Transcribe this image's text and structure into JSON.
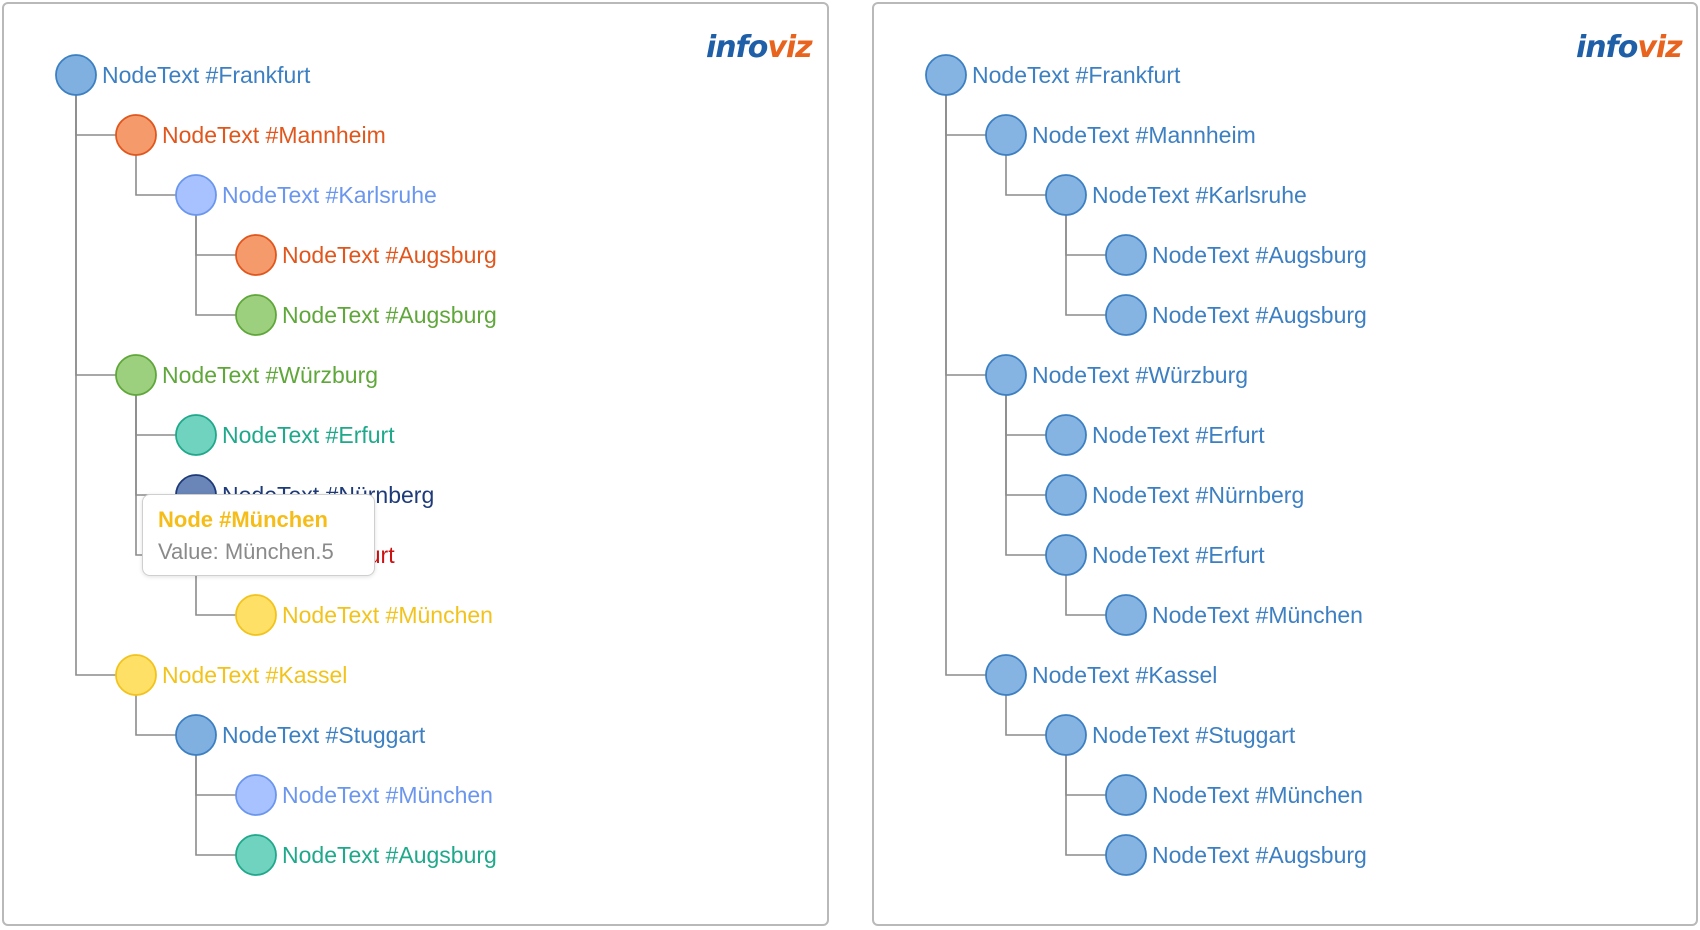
{
  "logo": {
    "part1": "info",
    "part2": "viz"
  },
  "left_tree": {
    "nodes": [
      {
        "text": "NodeText #Frankfurt",
        "depth": 0,
        "fill": "#7fb0e0",
        "stroke": "#3c7fc2",
        "textColor": "#3c7fc2"
      },
      {
        "text": "NodeText #Mannheim",
        "depth": 1,
        "fill": "#f59a6a",
        "stroke": "#e0561c",
        "textColor": "#e0561c"
      },
      {
        "text": "NodeText #Karlsruhe",
        "depth": 2,
        "fill": "#a7c2ff",
        "stroke": "#6b96ee",
        "textColor": "#6b96ee"
      },
      {
        "text": "NodeText #Augsburg",
        "depth": 3,
        "fill": "#f59a6a",
        "stroke": "#e0561c",
        "textColor": "#e0561c"
      },
      {
        "text": "NodeText #Augsburg",
        "depth": 3,
        "fill": "#9dd07e",
        "stroke": "#5fa73a",
        "textColor": "#5fa73a"
      },
      {
        "text": "NodeText #Würzburg",
        "depth": 1,
        "fill": "#9dd07e",
        "stroke": "#5fa73a",
        "textColor": "#5fa73a"
      },
      {
        "text": "NodeText #Erfurt",
        "depth": 2,
        "fill": "#6fd3bf",
        "stroke": "#1fa88a",
        "textColor": "#1fa88a"
      },
      {
        "text": "NodeText #Nürnberg",
        "depth": 2,
        "fill": "#6a86b8",
        "stroke": "#1e3a78",
        "textColor": "#1e3a78"
      },
      {
        "text": "NodeText #Erfurt",
        "depth": 2,
        "fill": "#e06060",
        "stroke": "#cc1111",
        "textColor": "#cc1111"
      },
      {
        "text": "NodeText #München",
        "depth": 3,
        "fill": "#ffe066",
        "stroke": "#f2c31c",
        "textColor": "#f2c31c"
      },
      {
        "text": "NodeText #Kassel",
        "depth": 1,
        "fill": "#ffe066",
        "stroke": "#f2c31c",
        "textColor": "#f2c31c"
      },
      {
        "text": "NodeText #Stuggart",
        "depth": 2,
        "fill": "#7fb0e0",
        "stroke": "#3c7fc2",
        "textColor": "#3c7fc2"
      },
      {
        "text": "NodeText #München",
        "depth": 3,
        "fill": "#a7c2ff",
        "stroke": "#6b96ee",
        "textColor": "#6b96ee"
      },
      {
        "text": "NodeText #Augsburg",
        "depth": 3,
        "fill": "#6fd3bf",
        "stroke": "#1fa88a",
        "textColor": "#1fa88a"
      }
    ]
  },
  "right_tree": {
    "nodes": [
      {
        "text": "NodeText #Frankfurt",
        "depth": 0
      },
      {
        "text": "NodeText #Mannheim",
        "depth": 1
      },
      {
        "text": "NodeText #Karlsruhe",
        "depth": 2
      },
      {
        "text": "NodeText #Augsburg",
        "depth": 3
      },
      {
        "text": "NodeText #Augsburg",
        "depth": 3
      },
      {
        "text": "NodeText #Würzburg",
        "depth": 1
      },
      {
        "text": "NodeText #Erfurt",
        "depth": 2
      },
      {
        "text": "NodeText #Nürnberg",
        "depth": 2
      },
      {
        "text": "NodeText #Erfurt",
        "depth": 2
      },
      {
        "text": "NodeText #München",
        "depth": 3
      },
      {
        "text": "NodeText #Kassel",
        "depth": 1
      },
      {
        "text": "NodeText #Stuggart",
        "depth": 2
      },
      {
        "text": "NodeText #München",
        "depth": 3
      },
      {
        "text": "NodeText #Augsburg",
        "depth": 3
      }
    ],
    "fill": "#85b4e3",
    "stroke": "#3c7fc2",
    "textColor": "#3c7fc2"
  },
  "connector_color": "#8c8c8c",
  "tooltip": {
    "title": "Node #München",
    "value": "Value: München.5"
  }
}
